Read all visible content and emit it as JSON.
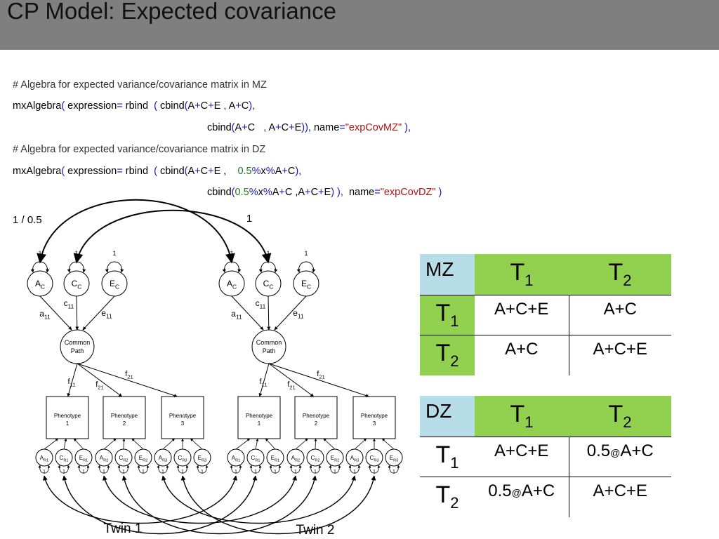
{
  "header": {
    "title": "CP Model: Expected covariance"
  },
  "code": {
    "line1": "# Algebra for expected variance/covariance matrix in MZ",
    "line2_parts": [
      "mxAlgebra",
      "(",
      " expression",
      "=",
      " rbind  ",
      "(",
      " cbind",
      "(",
      "A",
      "+",
      "C",
      "+",
      "E ",
      ",",
      " A",
      "+",
      "C",
      "),"
    ],
    "line3_parts": [
      "cbind",
      "(",
      "A",
      "+",
      "C   ",
      ",",
      " A",
      "+",
      "C",
      "+",
      "E",
      "))",
      ",",
      " name",
      "=",
      "\"expCovMZ\"",
      " ),"
    ],
    "line4": "# Algebra for expected variance/covariance matrix in DZ",
    "line5_parts": [
      "mxAlgebra",
      "(",
      " expression",
      "=",
      " rbind  ",
      "(",
      " cbind",
      "(",
      "A",
      "+",
      "C",
      "+",
      "E ,    ",
      "0.5",
      "%",
      "x",
      "%",
      "A",
      "+",
      "C",
      "),"
    ],
    "line6_parts": [
      "cbind",
      "(",
      "0.5",
      "%",
      "x",
      "%",
      "A",
      "+",
      "C ,",
      "A",
      "+",
      "C",
      "+",
      "E",
      ") ),",
      "  name",
      "=",
      "\"expCovDZ\"",
      " )"
    ]
  },
  "diagram": {
    "label_left_cov": "1 / 0.5",
    "label_right_cov": "1",
    "variance_label": "1",
    "twin1": "Twin 1",
    "twin2": "Twin 2",
    "latent": {
      "A": "A",
      "C": "C",
      "E": "E",
      "sub": "C"
    },
    "paths": {
      "a": "a",
      "c": "c",
      "e": "e",
      "sub": "11"
    },
    "common_path": [
      "Common",
      "Path"
    ],
    "loadings": {
      "f11": [
        "f",
        "11"
      ],
      "f21": [
        "f",
        "21"
      ],
      "f21b": [
        "f",
        "21"
      ]
    },
    "phenotypes": [
      [
        "Phenotype",
        "1"
      ],
      [
        "Phenotype",
        "2"
      ],
      [
        "Phenotype",
        "3"
      ]
    ],
    "residuals": [
      [
        "A",
        "R1"
      ],
      [
        "C",
        "R1"
      ],
      [
        "E",
        "R1"
      ],
      [
        "A",
        "R2"
      ],
      [
        "C",
        "R2"
      ],
      [
        "E",
        "R2"
      ],
      [
        "A",
        "R3"
      ],
      [
        "C",
        "R3"
      ],
      [
        "E",
        "R3"
      ]
    ]
  },
  "mz_table": {
    "corner": "MZ",
    "col_headers": [
      [
        "T",
        "1"
      ],
      [
        "T",
        "2"
      ]
    ],
    "row_headers": [
      [
        "T",
        "1"
      ],
      [
        "T",
        "2"
      ]
    ],
    "cells": [
      [
        "A+C+E",
        "A+C"
      ],
      [
        "A+C",
        "A+C+E"
      ]
    ]
  },
  "dz_table": {
    "corner": "DZ",
    "col_headers": [
      [
        "T",
        "1"
      ],
      [
        "T",
        "2"
      ]
    ],
    "row_headers": [
      [
        "T",
        "1"
      ],
      [
        "T",
        "2"
      ]
    ],
    "cells": [
      [
        {
          "pre": "A+C+E"
        },
        {
          "pre": "0.5",
          "at": "@",
          "post": "A+C"
        }
      ],
      [
        {
          "pre": "0.5",
          "at": "@",
          "post": "A+C"
        },
        {
          "pre": "A+C+E"
        }
      ]
    ]
  }
}
